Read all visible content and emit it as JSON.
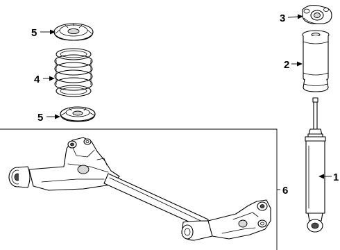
{
  "callouts": [
    {
      "id": "1",
      "part": "shock-absorber"
    },
    {
      "id": "2",
      "part": "dust-boot"
    },
    {
      "id": "3",
      "part": "shock-upper-mount"
    },
    {
      "id": "4",
      "part": "coil-spring"
    },
    {
      "id": "5",
      "part": "spring-upper-insulator"
    },
    {
      "id": "5",
      "part": "spring-lower-insulator"
    },
    {
      "id": "6",
      "part": "rear-axle-beam"
    }
  ],
  "colors": {
    "line": "#000000",
    "background": "#ffffff",
    "shade": "#d8d8d8"
  }
}
